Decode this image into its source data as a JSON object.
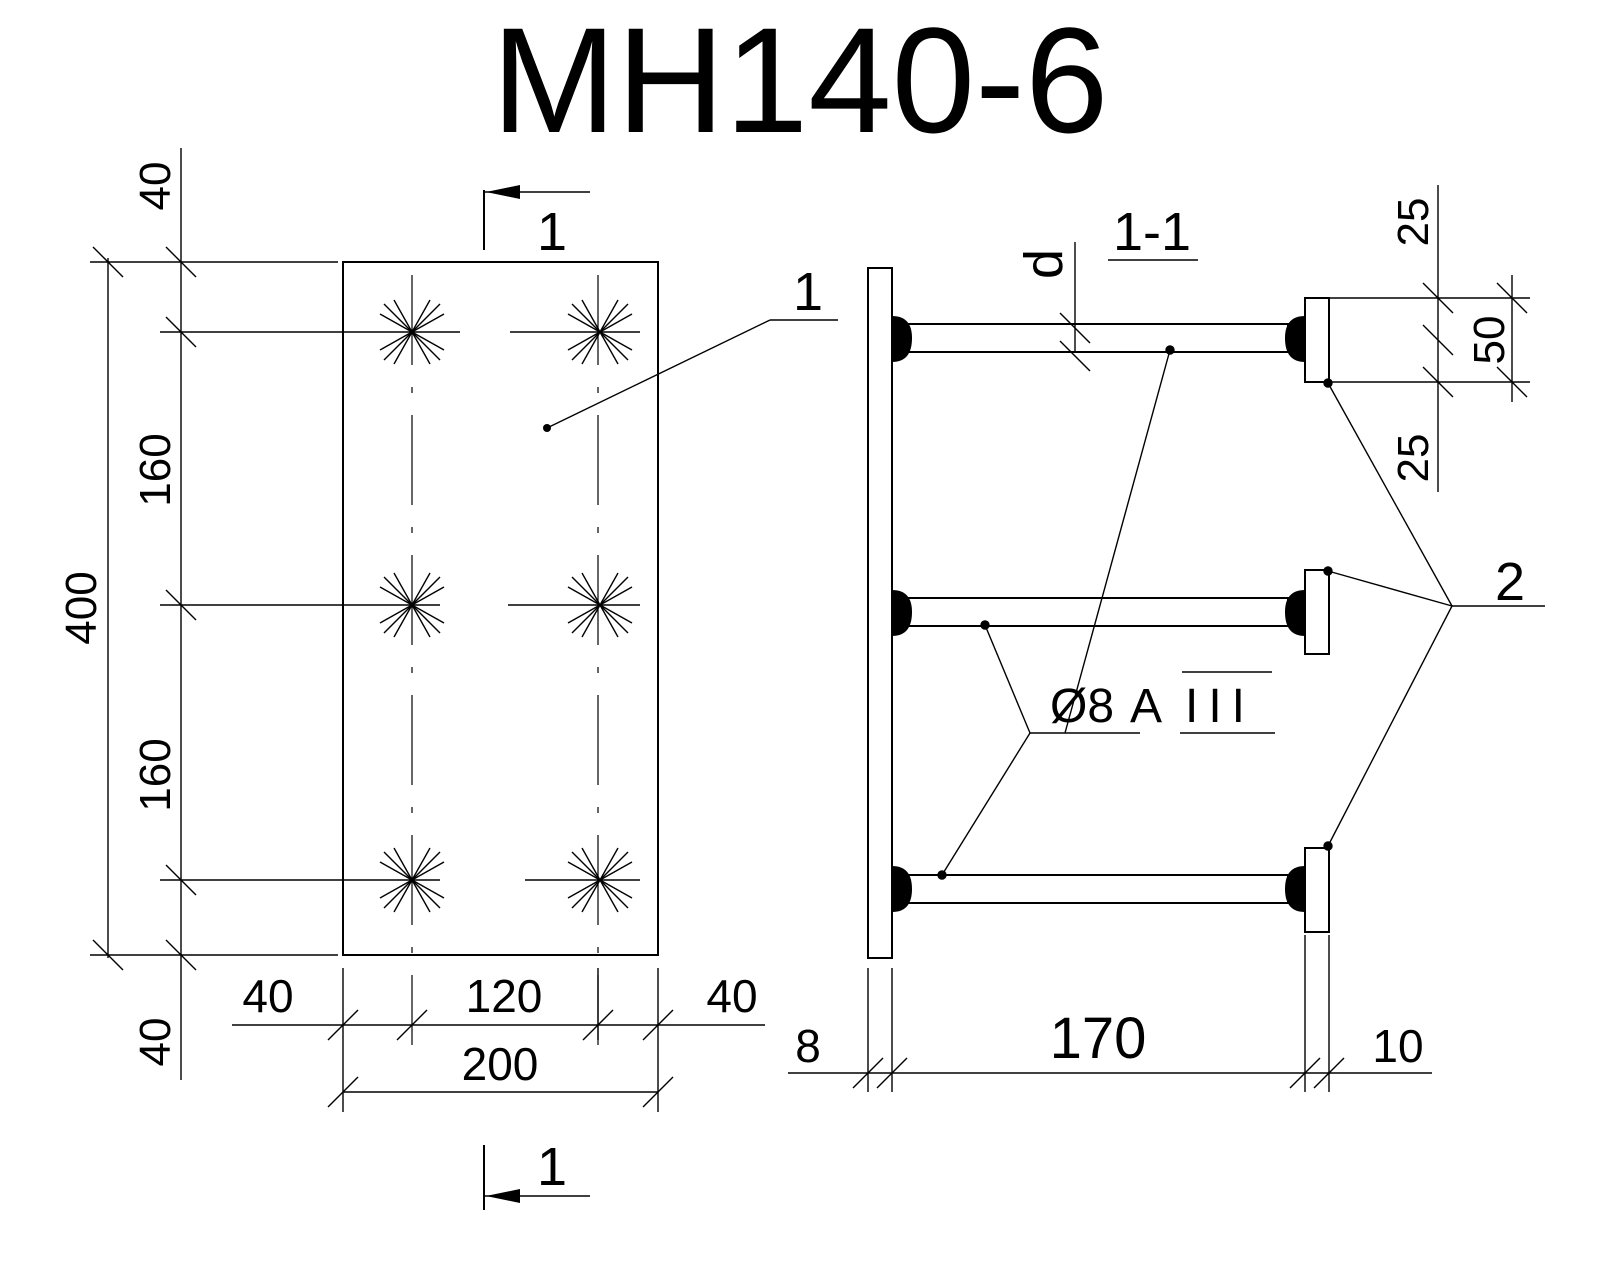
{
  "title": "МН140-6",
  "plan_view": {
    "section_mark_top": "1",
    "section_mark_bottom": "1",
    "callout_plate": "1",
    "dims": {
      "top_margin": "40",
      "pitch_upper": "160",
      "pitch_lower": "160",
      "total_height": "400",
      "bottom_margin": "40",
      "left_margin": "40",
      "bar_spacing": "120",
      "right_margin": "40",
      "total_width": "200"
    }
  },
  "section_view": {
    "label": "1-1",
    "thickness_label": "d",
    "callout_washer": "2",
    "rebar_spec_prefix": "Ø8",
    "rebar_spec_class": "А",
    "rebar_spec_grade": "III",
    "dims": {
      "plate_thickness": "8",
      "bar_length": "170",
      "washer_thickness": "10",
      "washer_top": "25",
      "washer_height": "50",
      "washer_bottom": "25"
    }
  },
  "colors": {
    "ink": "#000000",
    "paper": "#ffffff"
  }
}
